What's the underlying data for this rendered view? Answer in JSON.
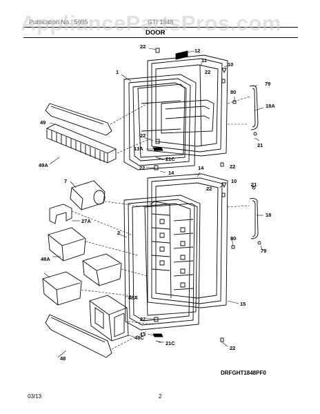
{
  "watermark": "AppliancePartsPros.com",
  "header": {
    "left": "Publication No.: 5995",
    "right": "GTI 1848",
    "title": "DOOR"
  },
  "diagram": {
    "reference_code": "DRFGHT1848PF0",
    "callouts": [
      {
        "id": "c-22-a",
        "label": "22"
      },
      {
        "id": "c-12",
        "label": "12"
      },
      {
        "id": "c-11",
        "label": "11"
      },
      {
        "id": "c-10-a",
        "label": "10"
      },
      {
        "id": "c-22-b",
        "label": "22"
      },
      {
        "id": "c-1",
        "label": "1"
      },
      {
        "id": "c-80-a",
        "label": "80"
      },
      {
        "id": "c-79-a",
        "label": "79"
      },
      {
        "id": "c-18a",
        "label": "18A"
      },
      {
        "id": "c-49",
        "label": "49"
      },
      {
        "id": "c-21-a",
        "label": "21"
      },
      {
        "id": "c-22-c",
        "label": "22"
      },
      {
        "id": "c-13a",
        "label": "13A"
      },
      {
        "id": "c-21c-a",
        "label": "21C"
      },
      {
        "id": "c-49a",
        "label": "49A"
      },
      {
        "id": "c-22-d",
        "label": "22"
      },
      {
        "id": "c-14-a",
        "label": "14"
      },
      {
        "id": "c-14-b",
        "label": "14"
      },
      {
        "id": "c-22-e",
        "label": "22"
      },
      {
        "id": "c-7",
        "label": "7"
      },
      {
        "id": "c-10-b",
        "label": "10"
      },
      {
        "id": "c-22-f",
        "label": "22"
      },
      {
        "id": "c-21-b",
        "label": "21"
      },
      {
        "id": "c-27a",
        "label": "27A"
      },
      {
        "id": "c-18",
        "label": "18"
      },
      {
        "id": "c-2",
        "label": "2"
      },
      {
        "id": "c-80-b",
        "label": "80"
      },
      {
        "id": "c-79-b",
        "label": "79"
      },
      {
        "id": "c-48a-a",
        "label": "48A"
      },
      {
        "id": "c-48a-b",
        "label": "48A"
      },
      {
        "id": "c-15",
        "label": "15"
      },
      {
        "id": "c-22-g",
        "label": "22"
      },
      {
        "id": "c-13",
        "label": "13"
      },
      {
        "id": "c-48c",
        "label": "48C"
      },
      {
        "id": "c-21c-b",
        "label": "21C"
      },
      {
        "id": "c-22-h",
        "label": "22"
      },
      {
        "id": "c-48",
        "label": "48"
      }
    ]
  },
  "footer": {
    "date": "03/13",
    "page": "2"
  }
}
